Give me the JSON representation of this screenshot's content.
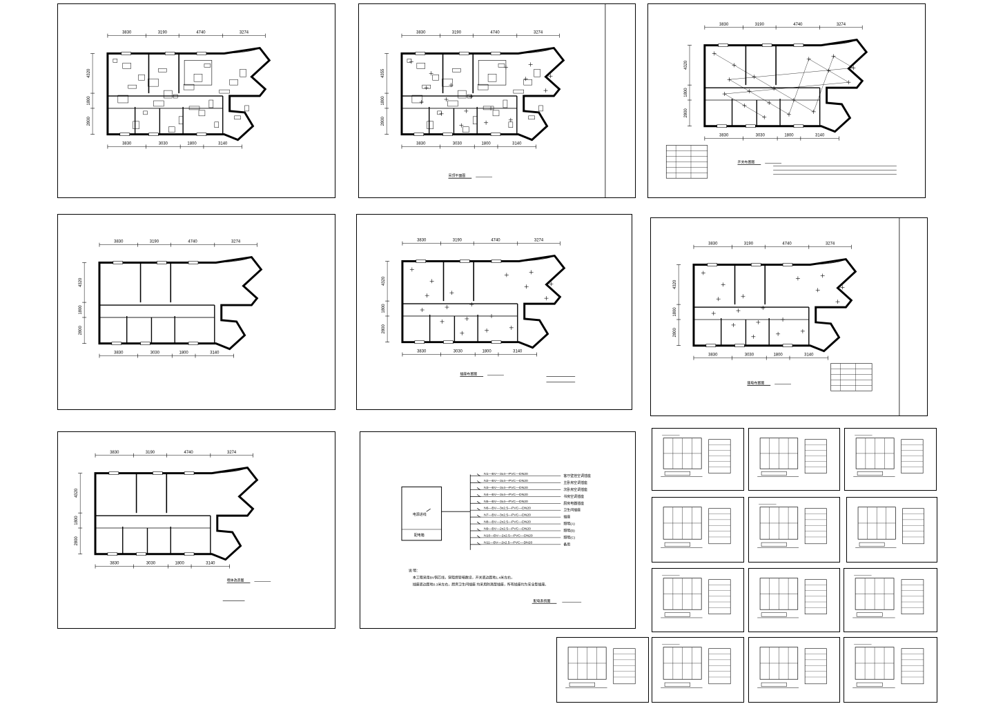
{
  "dims_top": [
    "3830",
    "3190",
    "4740",
    "3274"
  ],
  "dims_bottom": [
    "3830",
    "3030",
    "1800",
    "3140"
  ],
  "dims_left": [
    "4320",
    "1800",
    "2800"
  ],
  "dims_left_alt": [
    "4355",
    "1800",
    "2800"
  ],
  "panel_b_title": "吊顶平面图",
  "panel_c_title": "开关布置图",
  "panel_e_title": "插座布置图",
  "panel_f_title": "弱电布置图",
  "panel_g_title": "墙体改造图",
  "panel_h": {
    "title": "配电系统图",
    "box_label": "配电箱",
    "main_label": "电源进线",
    "circuits": [
      {
        "code": "N1—BV—3x4—PVC—DN20",
        "desc": "客厅壁挂空调插座"
      },
      {
        "code": "N2—BV—3x4—PVC—DN20",
        "desc": "主卧房空调插座"
      },
      {
        "code": "N3—BV—3x4—PVC—DN20",
        "desc": "次卧房空调插座"
      },
      {
        "code": "N4—BV—3x4—PVC—DN20",
        "desc": "书房空调插座"
      },
      {
        "code": "N5—BV—3x4—PVC—DN20",
        "desc": "厨房电器插座"
      },
      {
        "code": "N6—BV—3x2.5—PVC—DN20",
        "desc": "卫生间插座"
      },
      {
        "code": "N7—BV—3x2.5—PVC—DN20",
        "desc": "插座"
      },
      {
        "code": "N8—BV—2x2.5—PVC—DN20",
        "desc": "照明(A)"
      },
      {
        "code": "N9—BV—2x2.5—PVC—DN20",
        "desc": "照明(B)"
      },
      {
        "code": "N10—BV—2x2.5—PVC—DN20",
        "desc": "照明(C)"
      },
      {
        "code": "N11—BV—2x2.5—PVC—DN20",
        "desc": "备用"
      }
    ],
    "notes_title": "说 明：",
    "note_1": "本工程采用BV铜芯线，穿阻燃管暗敷设，开关底边距地1.4米左右，",
    "note_2": "插座底边距地0.3米左右，厨房卫生间插座 均采用防溅型插座，所有插座均为安全型插座。"
  }
}
